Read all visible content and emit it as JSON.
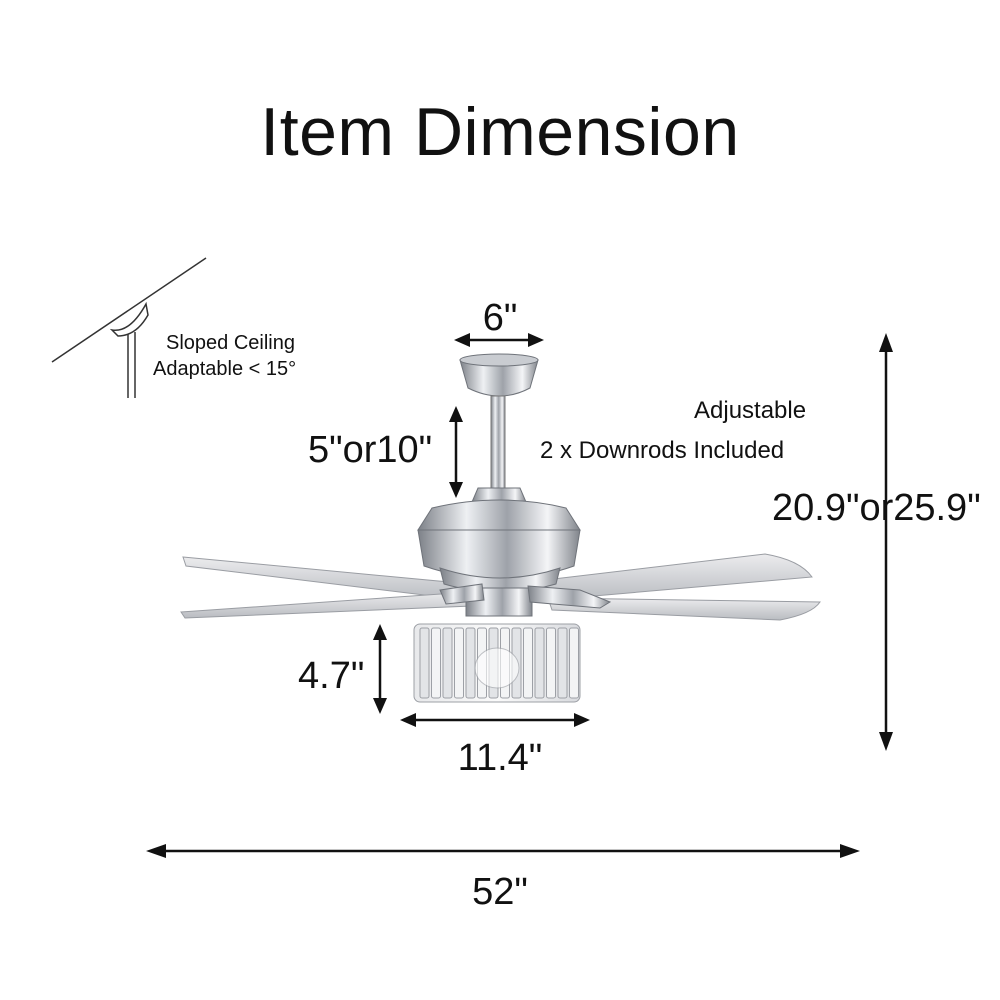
{
  "title": "Item Dimension",
  "sloped_ceiling": {
    "line1": "Sloped Ceiling",
    "line2": "Adaptable < 15°"
  },
  "adjustable": {
    "line1": "Adjustable",
    "line2": "2 x Downrods Included"
  },
  "dimensions": {
    "canopy_width": "6\"",
    "downrod_length": "5\"or10\"",
    "total_height": "20.9\"or25.9\"",
    "light_kit_height": "4.7\"",
    "light_kit_width": "11.4\"",
    "blade_span": "52\""
  },
  "colors": {
    "line": "#111111",
    "chrome": "#b9bcc2",
    "blade": "#d4d6da"
  }
}
